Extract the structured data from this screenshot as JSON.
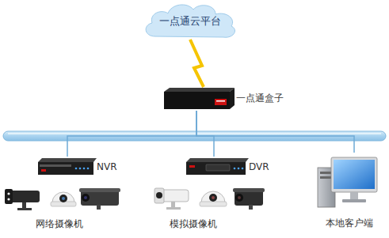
{
  "diagram": {
    "nodes": [
      {
        "text": [
          "一点通云平台"
        ]
      },
      {
        "text": [
          "一点通盒子"
        ]
      },
      {
        "text": [
          "NVR"
        ]
      },
      {
        "text": [
          "DVR"
        ]
      },
      {
        "text": [
          "本地客户端"
        ]
      }
    ],
    "edges": [
      {
        "from": 0,
        "to": 1,
        "arrow": "none"
      },
      {
        "from": 1,
        "to": 2,
        "arrow": "none"
      },
      {
        "from": 1,
        "to": 3,
        "arrow": "none"
      },
      {
        "from": 1,
        "to": 4,
        "arrow": "none"
      }
    ],
    "labels": [
      "网络摄像机",
      "模拟摄像机"
    ]
  }
}
